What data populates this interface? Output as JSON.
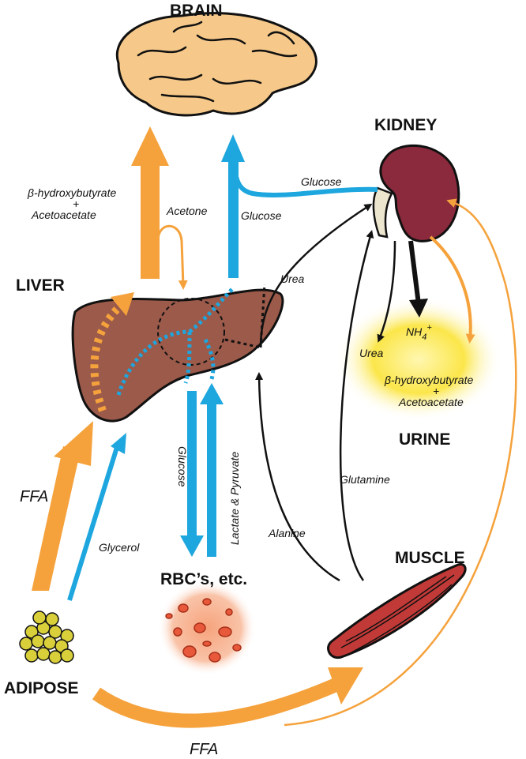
{
  "organs": {
    "brain": "BRAIN",
    "kidney": "KIDNEY",
    "liver": "LIVER",
    "urine": "URINE",
    "rbc": "RBC’s, etc.",
    "muscle": "MUSCLE",
    "adipose": "ADIPOSE"
  },
  "flows": {
    "bhb_top": "β-hydroxybutyrate",
    "plus_top": "+",
    "acetoacetate_top": "Acetoacetate",
    "acetone": "Acetone",
    "glucose_kidney": "Glucose",
    "glucose_brain": "Glucose",
    "urea_liver": "Urea",
    "urea_urine": "Urea",
    "nh4": "NH",
    "nh4_sub": "4",
    "nh4_sup": "+",
    "bhb_urine": "β-hydroxybutyrate",
    "plus_urine": "+",
    "acetoacetate_urine": "Acetoacetate",
    "glucose_rbc": "Glucose",
    "lactate_pyruvate": "Lactate & Pyruvate",
    "glutamine": "Glutamine",
    "alanine": "Alanine",
    "glycerol": "Glycerol",
    "ffa_left": "FFA",
    "ffa_bottom": "FFA"
  },
  "colors": {
    "fat_orange": "#f5a23c",
    "glucose_blue": "#1ea6de",
    "liver": "#9b5a4a",
    "kidney": "#8a2a3c",
    "brain": "#f6c98a",
    "muscle": "#c23a38",
    "adipose": "#d8cf3a",
    "urine_glow": "#fbe64a"
  }
}
